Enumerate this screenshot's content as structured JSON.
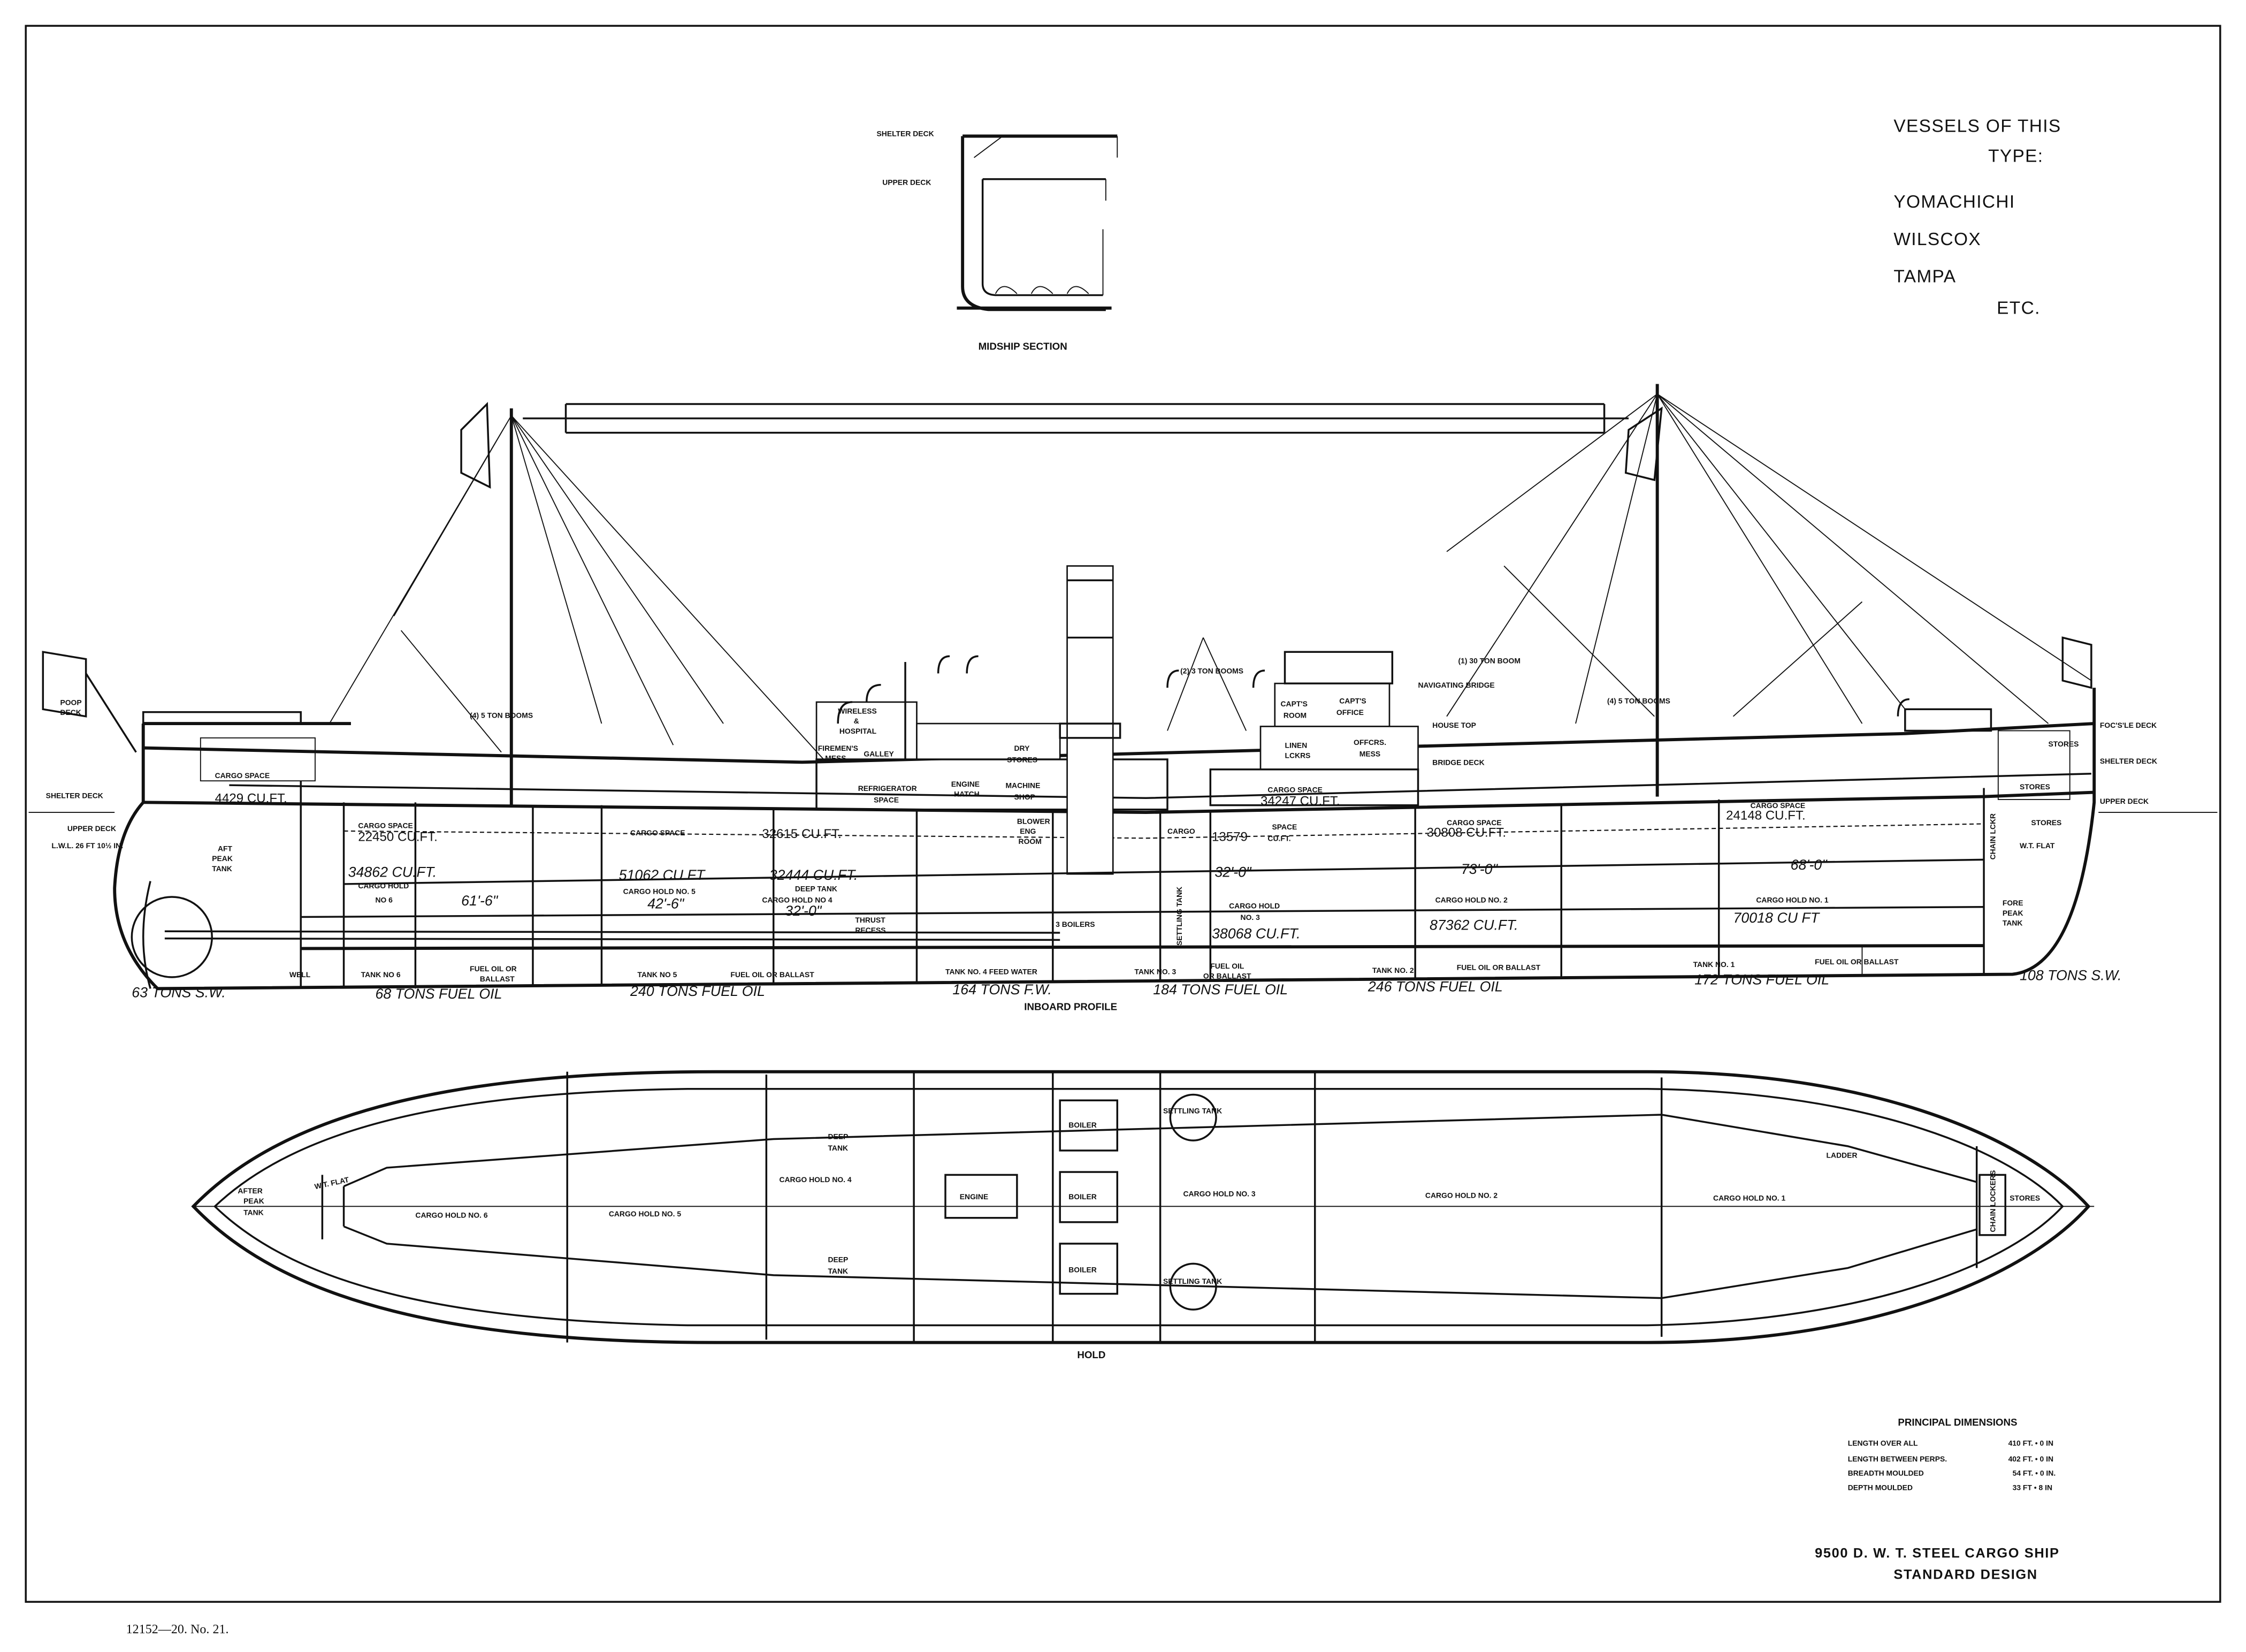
{
  "vessels": {
    "heading_line1": "VESSELS OF THIS",
    "heading_line2": "TYPE:",
    "names": [
      "YOMACHICHI",
      "WILSCOX",
      "TAMPA"
    ],
    "etc": "ETC."
  },
  "midship": {
    "shelter_deck": "SHELTER DECK",
    "upper_deck": "UPPER DECK",
    "title": "MIDSHIP SECTION"
  },
  "profile": {
    "title": "INBOARD PROFILE",
    "aft_decks": [
      "POOP",
      "DECK",
      "SHELTER DECK",
      "UPPER DECK",
      "L.W.L. 26 FT 10½ IN."
    ],
    "fwd_decks": [
      "FOC'S'LE DECK",
      "SHELTER DECK",
      "UPPER DECK"
    ],
    "booms": [
      "(4) 5 TON BOOMS",
      "(2) 3 TON BOOMS",
      "(1) 30 TON BOOM",
      "(4) 5 TON BOOMS"
    ],
    "rooms": [
      "WIRELESS",
      "&",
      "HOSPITAL",
      "FIREMEN'S",
      "MESS",
      "GALLEY",
      "REFRIGERATOR",
      "SPACE",
      "ENGINE",
      "HATCH",
      "DRY",
      "STORES",
      "MACHINE",
      "SHOP",
      "BLOWER",
      "ENG",
      "ROOM",
      "CAPT'S",
      "ROOM",
      "CAPT'S",
      "OFFICE",
      "LINEN",
      "LCKRS",
      "OFFCRS.",
      "MESS",
      "NAVIGATING BRIDGE",
      "HOUSE TOP",
      "BRIDGE DECK",
      "3 BOILERS",
      "SETTLING TANK",
      "THRUST",
      "RECESS",
      "AFT",
      "PEAK",
      "TANK",
      "FORE",
      "PEAK",
      "TANK",
      "STORES",
      "STORES",
      "STORES",
      "CHAIN LCKR",
      "W.T. FLAT"
    ],
    "cargo_spaces": [
      {
        "label": "CARGO SPACE",
        "volume": "4429 CU.FT."
      },
      {
        "label": "CARGO SPACE",
        "volume": "22450 CU.FT."
      },
      {
        "label": "CARGO SPACE",
        "volume": "32615 CU.FT."
      },
      {
        "label": "CARGO",
        "volume": "13579",
        "extra": "SPACE",
        "unit": "CU.FT."
      },
      {
        "label": "CARGO SPACE",
        "volume": "34247 CU.FT."
      },
      {
        "label": "CARGO SPACE",
        "volume": "30808 CU.FT."
      },
      {
        "label": "CARGO SPACE",
        "volume": "24148 CU.FT."
      }
    ],
    "holds": [
      {
        "volume": "34862 CU.FT.",
        "label": "CARGO HOLD",
        "label2": "NO 6",
        "length": "61'-6\""
      },
      {
        "volume": "51062 CU FT",
        "label": "CARGO HOLD NO. 5",
        "length": "42'-6\""
      },
      {
        "volume": "32444 CU.FT.",
        "label": "DEEP TANK",
        "label2": "CARGO HOLD NO 4",
        "length": "32'-0\""
      },
      {
        "volume": "38068 CU.FT.",
        "label": "CARGO HOLD",
        "label2": "NO. 3",
        "length": "32'-0\""
      },
      {
        "volume": "87362 CU.FT.",
        "label": "CARGO HOLD NO. 2",
        "length": "73'-0\""
      },
      {
        "volume": "70018 CU FT",
        "label": "CARGO HOLD NO. 1",
        "length": "68'-0\""
      }
    ],
    "tanks": [
      "WELL",
      "TANK NO 6",
      "FUEL OIL OR",
      "BALLAST",
      "TANK NO 5",
      "FUEL OIL OR BALLAST",
      "TANK NO. 4 FEED WATER",
      "TANK NO. 3",
      "FUEL OIL",
      "OR BALLAST",
      "TANK NO. 2",
      "FUEL OIL OR BALLAST",
      "TANK NO. 1",
      "FUEL OIL OR BALLAST"
    ],
    "tonnages": [
      "63 TONS S.W.",
      "68 TONS FUEL OIL",
      "240 TONS FUEL OIL",
      "164 TONS F.W.",
      "184 TONS FUEL OIL",
      "246 TONS FUEL OIL",
      "172 TONS FUEL OIL",
      "108 TONS S.W."
    ]
  },
  "hold_plan": {
    "title": "HOLD",
    "labels": [
      "AFTER",
      "PEAK",
      "TANK",
      "W.T. FLAT",
      "CARGO HOLD NO. 6",
      "CARGO HOLD NO. 5",
      "DEEP",
      "TANK",
      "CARGO HOLD NO. 4",
      "DEEP",
      "TANK",
      "ENGINE",
      "BOILER",
      "BOILER",
      "BOILER",
      "SETTLING TANK",
      "SETTLING TANK",
      "CARGO HOLD NO. 3",
      "CARGO HOLD NO. 2",
      "CARGO HOLD NO. 1",
      "CHAIN LOCKERS",
      "STORES",
      "LADDER"
    ]
  },
  "principal_dimensions": {
    "title": "PRINCIPAL DIMENSIONS",
    "rows": [
      {
        "name": "LENGTH OVER ALL",
        "value": "410 FT. • 0 IN"
      },
      {
        "name": "LENGTH BETWEEN PERPS.",
        "value": "402 FT. • 0 IN"
      },
      {
        "name": "BREADTH MOULDED",
        "value": "54 FT. • 0 IN."
      },
      {
        "name": "DEPTH MOULDED",
        "value": "33 FT • 8 IN"
      }
    ]
  },
  "title_block": {
    "line1": "9500 D. W. T. STEEL CARGO SHIP",
    "line2": "STANDARD DESIGN"
  },
  "footer": "12152—20.   No. 21."
}
